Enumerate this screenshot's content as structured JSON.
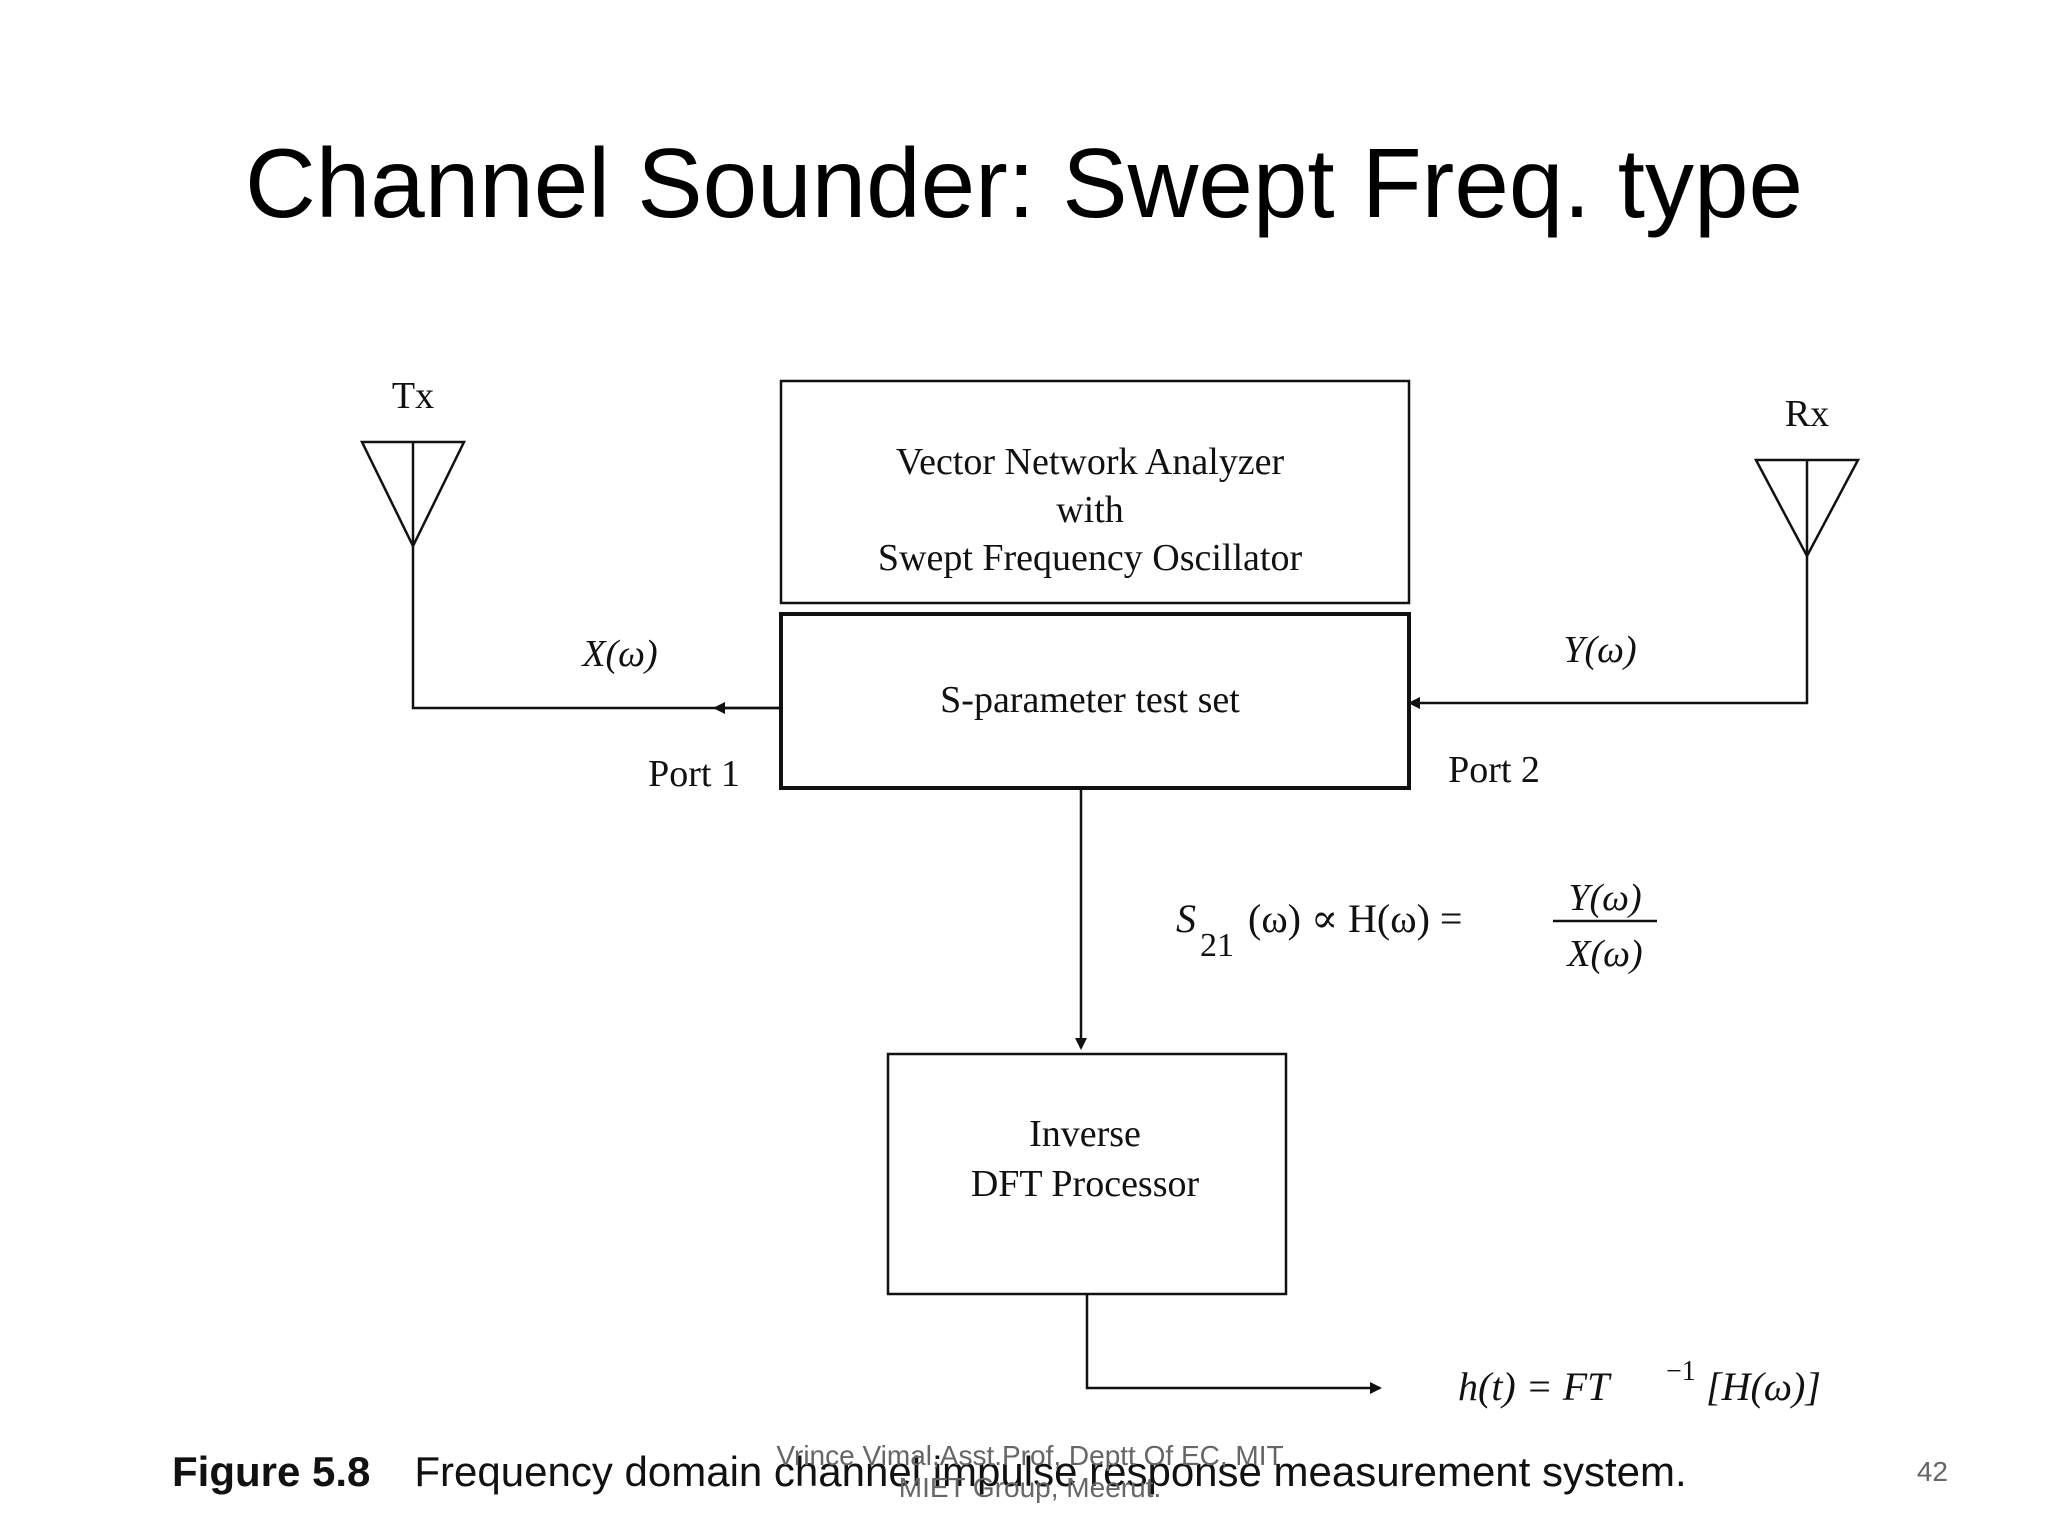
{
  "slide": {
    "title": "Channel Sounder: Swept Freq. type",
    "page_number": "42",
    "footer_line1": "Vrince Vimal,Asst.Prof, Deptt Of EC, MIT",
    "footer_line2": "MIET Group, Meerut."
  },
  "diagram": {
    "tx_label": "Tx",
    "rx_label": "Rx",
    "vna_line1": "Vector Network Analyzer",
    "vna_line2": "with",
    "vna_line3": "Swept Frequency Oscillator",
    "sparam_label": "S-parameter test set",
    "port1_label": "Port 1",
    "port2_label": "Port 2",
    "x_omega": "X(ω)",
    "y_omega": "Y(ω)",
    "eq_s21_s": "S",
    "eq_s21_sub": "21",
    "eq_s21_rest": "(ω) ∝ H(ω)  =",
    "eq_numerator": "Y(ω)",
    "eq_denominator": "X(ω)",
    "idft_line1": "Inverse",
    "idft_line2": "DFT Processor",
    "ht_left": "h(t)  =  FT",
    "ht_sup": "−1",
    "ht_right": "[H(ω)]"
  },
  "caption": {
    "figure_label": "Figure 5.8",
    "text": "Frequency domain channel impulse response measurement system."
  }
}
